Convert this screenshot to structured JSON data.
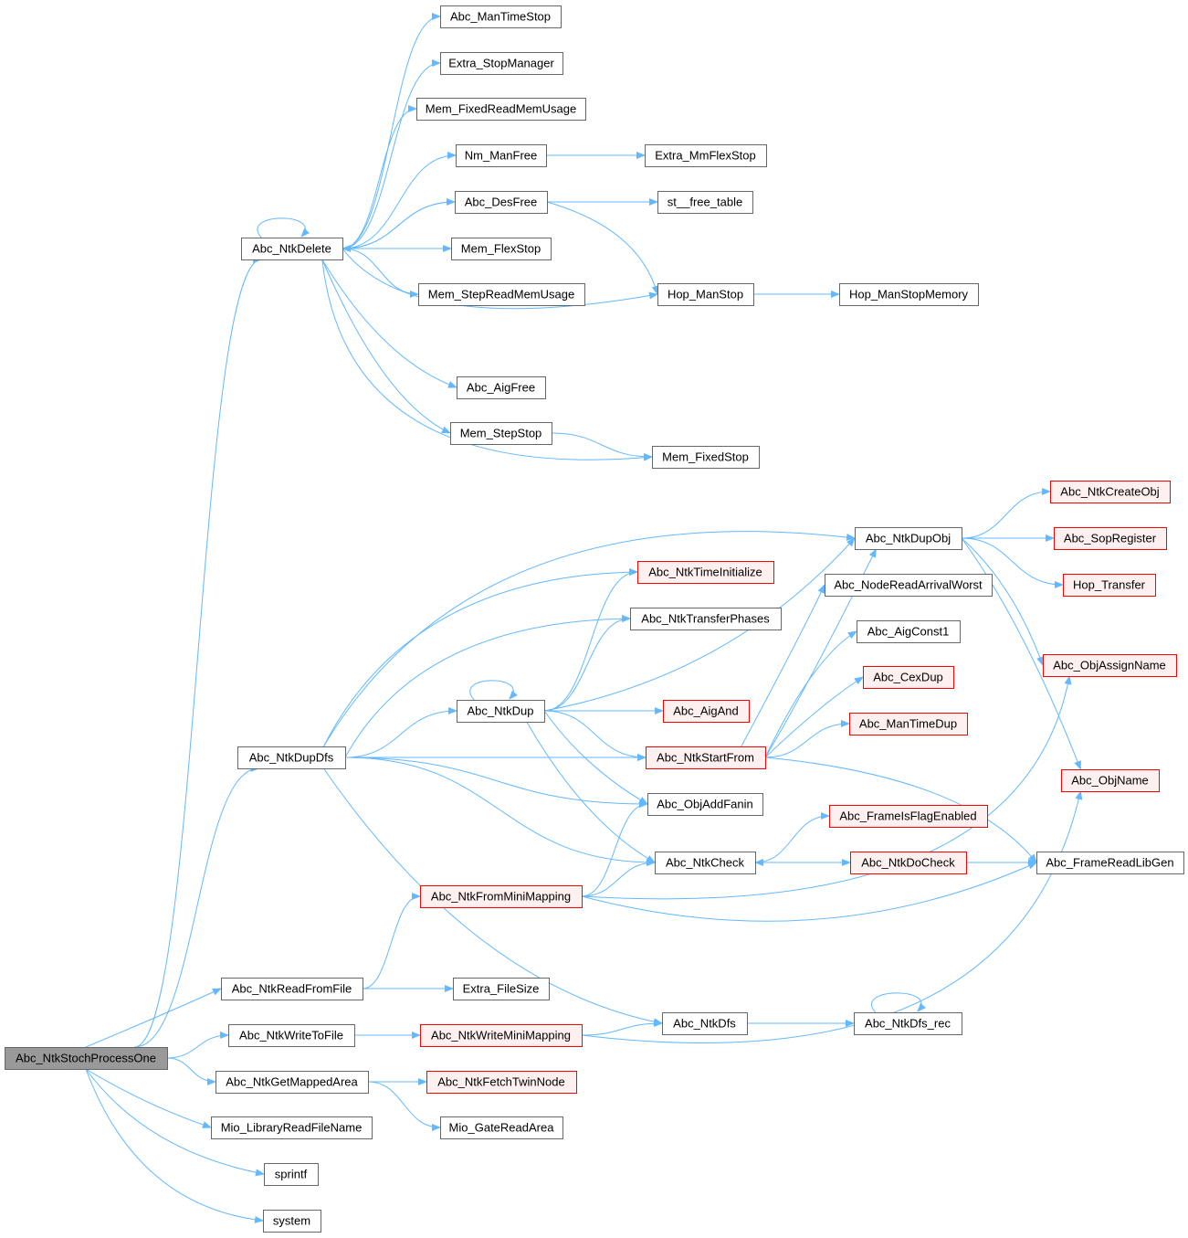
{
  "colors": {
    "edge": "#63b8ff",
    "normal_fill": "#ffffff",
    "normal_stroke": "#666666",
    "external_fill": "#fff0f0",
    "external_stroke": "#ff0000",
    "root_fill": "#999999",
    "root_stroke": "#666666"
  },
  "nodes": [
    {
      "id": "root",
      "label": "Abc_NtkStochProcessOne",
      "style": "root"
    },
    {
      "id": "ntkDelete",
      "label": "Abc_NtkDelete",
      "style": "normal"
    },
    {
      "id": "manTimeStop",
      "label": "Abc_ManTimeStop",
      "style": "normal"
    },
    {
      "id": "extraStopManager",
      "label": "Extra_StopManager",
      "style": "normal"
    },
    {
      "id": "memFixedReadMemUsage",
      "label": "Mem_FixedReadMemUsage",
      "style": "normal"
    },
    {
      "id": "nmManFree",
      "label": "Nm_ManFree",
      "style": "normal"
    },
    {
      "id": "extraMmFlexStop",
      "label": "Extra_MmFlexStop",
      "style": "normal"
    },
    {
      "id": "desFree",
      "label": "Abc_DesFree",
      "style": "normal"
    },
    {
      "id": "stFreeTable",
      "label": "st__free_table",
      "style": "normal"
    },
    {
      "id": "memFlexStop",
      "label": "Mem_FlexStop",
      "style": "normal"
    },
    {
      "id": "memStepReadMemUsage",
      "label": "Mem_StepReadMemUsage",
      "style": "normal"
    },
    {
      "id": "hopManStop",
      "label": "Hop_ManStop",
      "style": "normal"
    },
    {
      "id": "hopManStopMemory",
      "label": "Hop_ManStopMemory",
      "style": "normal"
    },
    {
      "id": "aigFree",
      "label": "Abc_AigFree",
      "style": "normal"
    },
    {
      "id": "memStepStop",
      "label": "Mem_StepStop",
      "style": "normal"
    },
    {
      "id": "memFixedStop",
      "label": "Mem_FixedStop",
      "style": "normal"
    },
    {
      "id": "ntkCreateObj",
      "label": "Abc_NtkCreateObj",
      "style": "external"
    },
    {
      "id": "ntkDupObj",
      "label": "Abc_NtkDupObj",
      "style": "normal"
    },
    {
      "id": "sopRegister",
      "label": "Abc_SopRegister",
      "style": "external"
    },
    {
      "id": "ntkTimeInitialize",
      "label": "Abc_NtkTimeInitialize",
      "style": "external"
    },
    {
      "id": "hopTransfer",
      "label": "Hop_Transfer",
      "style": "external"
    },
    {
      "id": "nodeReadArrivalWorst",
      "label": "Abc_NodeReadArrivalWorst",
      "style": "normal"
    },
    {
      "id": "ntkTransferPhases",
      "label": "Abc_NtkTransferPhases",
      "style": "normal"
    },
    {
      "id": "aigConst1",
      "label": "Abc_AigConst1",
      "style": "normal"
    },
    {
      "id": "objAssignName",
      "label": "Abc_ObjAssignName",
      "style": "external"
    },
    {
      "id": "cexDup",
      "label": "Abc_CexDup",
      "style": "external"
    },
    {
      "id": "ntkDup",
      "label": "Abc_NtkDup",
      "style": "normal"
    },
    {
      "id": "aigAnd",
      "label": "Abc_AigAnd",
      "style": "external"
    },
    {
      "id": "manTimeDup",
      "label": "Abc_ManTimeDup",
      "style": "external"
    },
    {
      "id": "ntkDupDfs",
      "label": "Abc_NtkDupDfs",
      "style": "normal"
    },
    {
      "id": "ntkStartFrom",
      "label": "Abc_NtkStartFrom",
      "style": "external"
    },
    {
      "id": "objName",
      "label": "Abc_ObjName",
      "style": "external"
    },
    {
      "id": "objAddFanin",
      "label": "Abc_ObjAddFanin",
      "style": "normal"
    },
    {
      "id": "frameIsFlagEnabled",
      "label": "Abc_FrameIsFlagEnabled",
      "style": "external"
    },
    {
      "id": "ntkCheck",
      "label": "Abc_NtkCheck",
      "style": "normal"
    },
    {
      "id": "ntkDoCheck",
      "label": "Abc_NtkDoCheck",
      "style": "external"
    },
    {
      "id": "frameReadLibGen",
      "label": "Abc_FrameReadLibGen",
      "style": "normal"
    },
    {
      "id": "ntkFromMiniMapping",
      "label": "Abc_NtkFromMiniMapping",
      "style": "external"
    },
    {
      "id": "ntkReadFromFile",
      "label": "Abc_NtkReadFromFile",
      "style": "normal"
    },
    {
      "id": "extraFileSize",
      "label": "Extra_FileSize",
      "style": "normal"
    },
    {
      "id": "ntkWriteToFile",
      "label": "Abc_NtkWriteToFile",
      "style": "normal"
    },
    {
      "id": "ntkWriteMiniMapping",
      "label": "Abc_NtkWriteMiniMapping",
      "style": "external"
    },
    {
      "id": "ntkDfs",
      "label": "Abc_NtkDfs",
      "style": "normal"
    },
    {
      "id": "ntkDfsRec",
      "label": "Abc_NtkDfs_rec",
      "style": "normal"
    },
    {
      "id": "ntkGetMappedArea",
      "label": "Abc_NtkGetMappedArea",
      "style": "normal"
    },
    {
      "id": "ntkFetchTwinNode",
      "label": "Abc_NtkFetchTwinNode",
      "style": "external"
    },
    {
      "id": "mioLibraryReadFileName",
      "label": "Mio_LibraryReadFileName",
      "style": "normal"
    },
    {
      "id": "mioGateReadArea",
      "label": "Mio_GateReadArea",
      "style": "normal"
    },
    {
      "id": "sprintf",
      "label": "sprintf",
      "style": "normal"
    },
    {
      "id": "system",
      "label": "system",
      "style": "normal"
    }
  ],
  "edges": [
    {
      "from": "root",
      "to": "ntkDelete"
    },
    {
      "from": "root",
      "to": "ntkDupDfs"
    },
    {
      "from": "root",
      "to": "ntkReadFromFile"
    },
    {
      "from": "root",
      "to": "ntkWriteToFile"
    },
    {
      "from": "root",
      "to": "ntkGetMappedArea"
    },
    {
      "from": "root",
      "to": "mioLibraryReadFileName"
    },
    {
      "from": "root",
      "to": "sprintf"
    },
    {
      "from": "root",
      "to": "system"
    },
    {
      "from": "ntkDelete",
      "to": "ntkDelete"
    },
    {
      "from": "ntkDelete",
      "to": "manTimeStop"
    },
    {
      "from": "ntkDelete",
      "to": "extraStopManager"
    },
    {
      "from": "ntkDelete",
      "to": "memFixedReadMemUsage"
    },
    {
      "from": "ntkDelete",
      "to": "nmManFree"
    },
    {
      "from": "ntkDelete",
      "to": "desFree"
    },
    {
      "from": "ntkDelete",
      "to": "memFlexStop"
    },
    {
      "from": "ntkDelete",
      "to": "memStepReadMemUsage"
    },
    {
      "from": "ntkDelete",
      "to": "hopManStop"
    },
    {
      "from": "ntkDelete",
      "to": "aigFree"
    },
    {
      "from": "ntkDelete",
      "to": "memStepStop"
    },
    {
      "from": "ntkDelete",
      "to": "memFixedStop"
    },
    {
      "from": "nmManFree",
      "to": "extraMmFlexStop"
    },
    {
      "from": "desFree",
      "to": "ntkDelete"
    },
    {
      "from": "desFree",
      "to": "stFreeTable"
    },
    {
      "from": "desFree",
      "to": "hopManStop"
    },
    {
      "from": "hopManStop",
      "to": "hopManStopMemory"
    },
    {
      "from": "memStepStop",
      "to": "memFixedStop"
    },
    {
      "from": "ntkDupDfs",
      "to": "ntkDupObj"
    },
    {
      "from": "ntkDupDfs",
      "to": "ntkTimeInitialize"
    },
    {
      "from": "ntkDupDfs",
      "to": "ntkTransferPhases"
    },
    {
      "from": "ntkDupDfs",
      "to": "ntkDup"
    },
    {
      "from": "ntkDupDfs",
      "to": "ntkStartFrom"
    },
    {
      "from": "ntkDupDfs",
      "to": "objAddFanin"
    },
    {
      "from": "ntkDupDfs",
      "to": "ntkCheck"
    },
    {
      "from": "ntkDupDfs",
      "to": "ntkDfs"
    },
    {
      "from": "ntkDup",
      "to": "ntkDup"
    },
    {
      "from": "ntkDup",
      "to": "ntkTimeInitialize"
    },
    {
      "from": "ntkDup",
      "to": "ntkTransferPhases"
    },
    {
      "from": "ntkDup",
      "to": "ntkDupObj"
    },
    {
      "from": "ntkDup",
      "to": "aigAnd"
    },
    {
      "from": "ntkDup",
      "to": "ntkStartFrom"
    },
    {
      "from": "ntkDup",
      "to": "objAddFanin"
    },
    {
      "from": "ntkDup",
      "to": "ntkCheck"
    },
    {
      "from": "ntkStartFrom",
      "to": "ntkDupObj"
    },
    {
      "from": "ntkStartFrom",
      "to": "nodeReadArrivalWorst"
    },
    {
      "from": "ntkStartFrom",
      "to": "aigConst1"
    },
    {
      "from": "ntkStartFrom",
      "to": "cexDup"
    },
    {
      "from": "ntkStartFrom",
      "to": "manTimeDup"
    },
    {
      "from": "ntkStartFrom",
      "to": "frameReadLibGen"
    },
    {
      "from": "ntkDupObj",
      "to": "ntkCreateObj"
    },
    {
      "from": "ntkDupObj",
      "to": "sopRegister"
    },
    {
      "from": "ntkDupObj",
      "to": "hopTransfer"
    },
    {
      "from": "ntkDupObj",
      "to": "objAssignName"
    },
    {
      "from": "ntkDupObj",
      "to": "objName"
    },
    {
      "from": "ntkCheck",
      "to": "frameIsFlagEnabled"
    },
    {
      "from": "ntkCheck",
      "to": "ntkDoCheck"
    },
    {
      "from": "ntkDoCheck",
      "to": "ntkCheck"
    },
    {
      "from": "ntkDoCheck",
      "to": "frameReadLibGen"
    },
    {
      "from": "ntkFromMiniMapping",
      "to": "objAddFanin"
    },
    {
      "from": "ntkFromMiniMapping",
      "to": "ntkCheck"
    },
    {
      "from": "ntkFromMiniMapping",
      "to": "objAssignName"
    },
    {
      "from": "ntkFromMiniMapping",
      "to": "frameReadLibGen"
    },
    {
      "from": "ntkReadFromFile",
      "to": "ntkFromMiniMapping"
    },
    {
      "from": "ntkReadFromFile",
      "to": "extraFileSize"
    },
    {
      "from": "ntkWriteToFile",
      "to": "ntkWriteMiniMapping"
    },
    {
      "from": "ntkWriteMiniMapping",
      "to": "ntkDfs"
    },
    {
      "from": "ntkWriteMiniMapping",
      "to": "objName"
    },
    {
      "from": "ntkDfs",
      "to": "ntkDfsRec"
    },
    {
      "from": "ntkDfsRec",
      "to": "ntkDfsRec"
    },
    {
      "from": "ntkGetMappedArea",
      "to": "ntkFetchTwinNode"
    },
    {
      "from": "ntkGetMappedArea",
      "to": "mioGateReadArea"
    }
  ]
}
